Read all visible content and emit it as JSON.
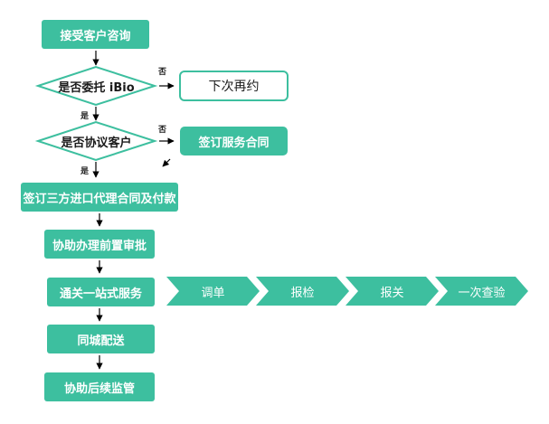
{
  "colors": {
    "teal": "#3dbf9f",
    "stroke": "#3dbf9f",
    "arrow": "#000000",
    "text_on_teal": "#ffffff"
  },
  "steps": {
    "consult": "接受客户咨询",
    "q_entrust": "是否委托 iBio",
    "reschedule": "下次再约",
    "q_agreement": "是否协议客户",
    "service_contract": "签订服务合同",
    "tripartite": "签订三方进口代理合同及付款",
    "pre_approval": "协助办理前置审批",
    "one_stop": "通关一站式服务",
    "delivery": "同城配送",
    "supervision": "协助后续监管"
  },
  "process_chain": [
    "调单",
    "报检",
    "报关",
    "一次查验"
  ],
  "decision_labels": {
    "no1": "否",
    "yes1": "是",
    "no2": "否",
    "yes2": "是"
  }
}
